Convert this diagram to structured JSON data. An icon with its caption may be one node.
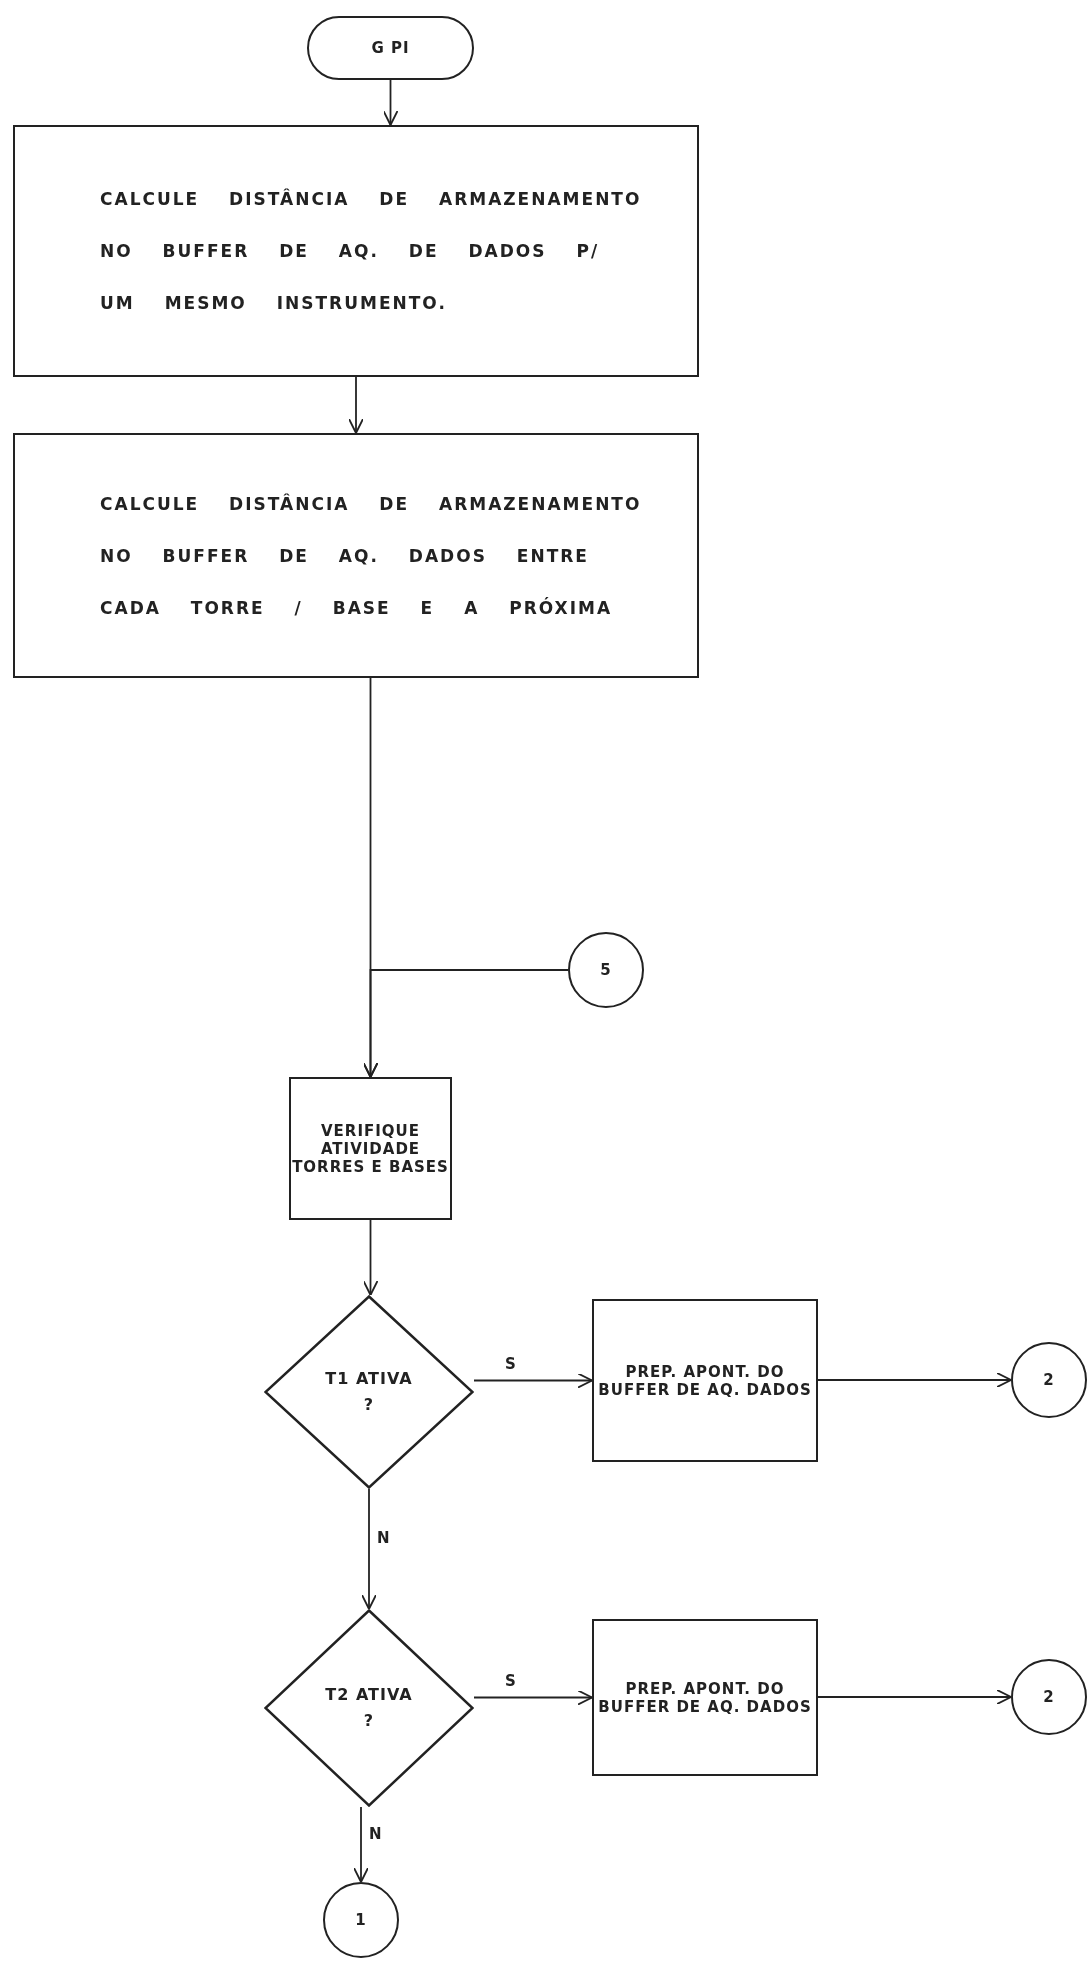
{
  "diagram": {
    "nodes": [
      {
        "text": [
          "G PI"
        ]
      },
      {
        "text": [
          "CALCULE DISTÂNCIA DE ARMAZENAMENTO NO BUFFER DE AQ. DE DADOS P/ UM MESMO INSTRUMENTO."
        ]
      },
      {
        "text": [
          "CALCULE DISTÂNCIA DE ARMAZENAMENTO NO BUFFER DE AQ. DADOS ENTRE CADA TORRE / BASE E A PRÓXIMA"
        ]
      },
      {
        "text": [
          "5"
        ]
      },
      {
        "text": [
          "VERIFIQUE ATIVIDADE TORRES E BASES"
        ]
      },
      {
        "text": [
          "T1 ATIVA ?"
        ]
      },
      {
        "text": [
          "PREP. APONT. DO BUFFER DE AQ. DADOS"
        ]
      },
      {
        "text": [
          "2"
        ]
      },
      {
        "text": [
          "T2 ATIVA ?"
        ]
      },
      {
        "text": [
          "PREP. APONT. DO BUFFER DE AQ. DADOS"
        ]
      },
      {
        "text": [
          "2"
        ]
      },
      {
        "text": [
          "1"
        ]
      }
    ],
    "edges": [
      {
        "from": 0,
        "to": 1,
        "arrow": "to"
      },
      {
        "from": 1,
        "to": 2,
        "arrow": "to"
      },
      {
        "from": 2,
        "to": 4,
        "arrow": "to"
      },
      {
        "from": 3,
        "to": 4,
        "arrow": "to"
      },
      {
        "from": 4,
        "to": 5,
        "arrow": "to"
      },
      {
        "from": 5,
        "to": 6,
        "arrow": "to",
        "label": "S"
      },
      {
        "from": 6,
        "to": 7,
        "arrow": "to"
      },
      {
        "from": 5,
        "to": 8,
        "arrow": "to",
        "label": "N"
      },
      {
        "from": 8,
        "to": 9,
        "arrow": "to",
        "label": "S"
      },
      {
        "from": 9,
        "to": 10,
        "arrow": "to"
      },
      {
        "from": 8,
        "to": 11,
        "arrow": "to",
        "label": "N"
      }
    ]
  }
}
